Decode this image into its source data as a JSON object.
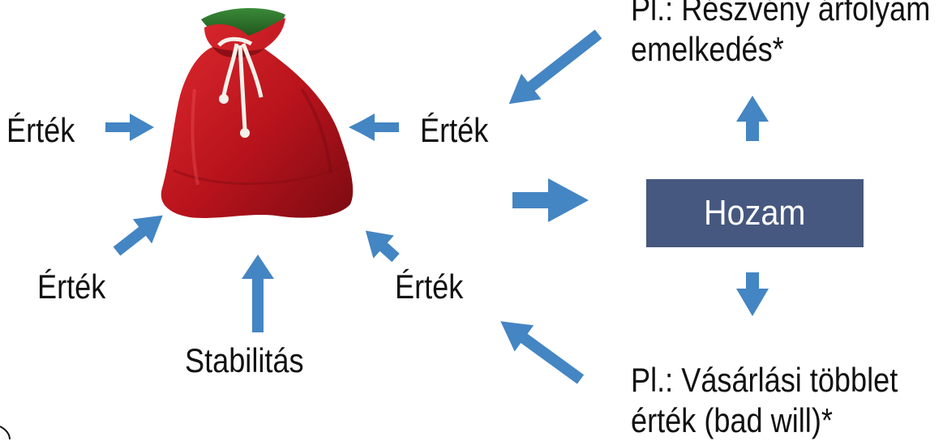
{
  "labels": {
    "left_value": "Érték",
    "middle_value": "Érték",
    "bottom_left_value": "Érték",
    "bottom_right_value": "Érték",
    "stability": "Stabilitás",
    "yield": "Hozam",
    "top_example_line1": "Pl.: Részvény árfolyam",
    "top_example_line2": "emelkedés*",
    "bottom_example_line1": "Pl.: Vásárlási többlet",
    "bottom_example_line2": "érték (bad will)*"
  },
  "icons": {
    "bag": "red-sack-icon",
    "arrow": "arrow-icon"
  },
  "colors": {
    "arrow": "#4485c3",
    "box": "#46587f",
    "bag": "#c01d22",
    "bag_top": "#2f6b2d",
    "rope": "#f4f1ea"
  }
}
